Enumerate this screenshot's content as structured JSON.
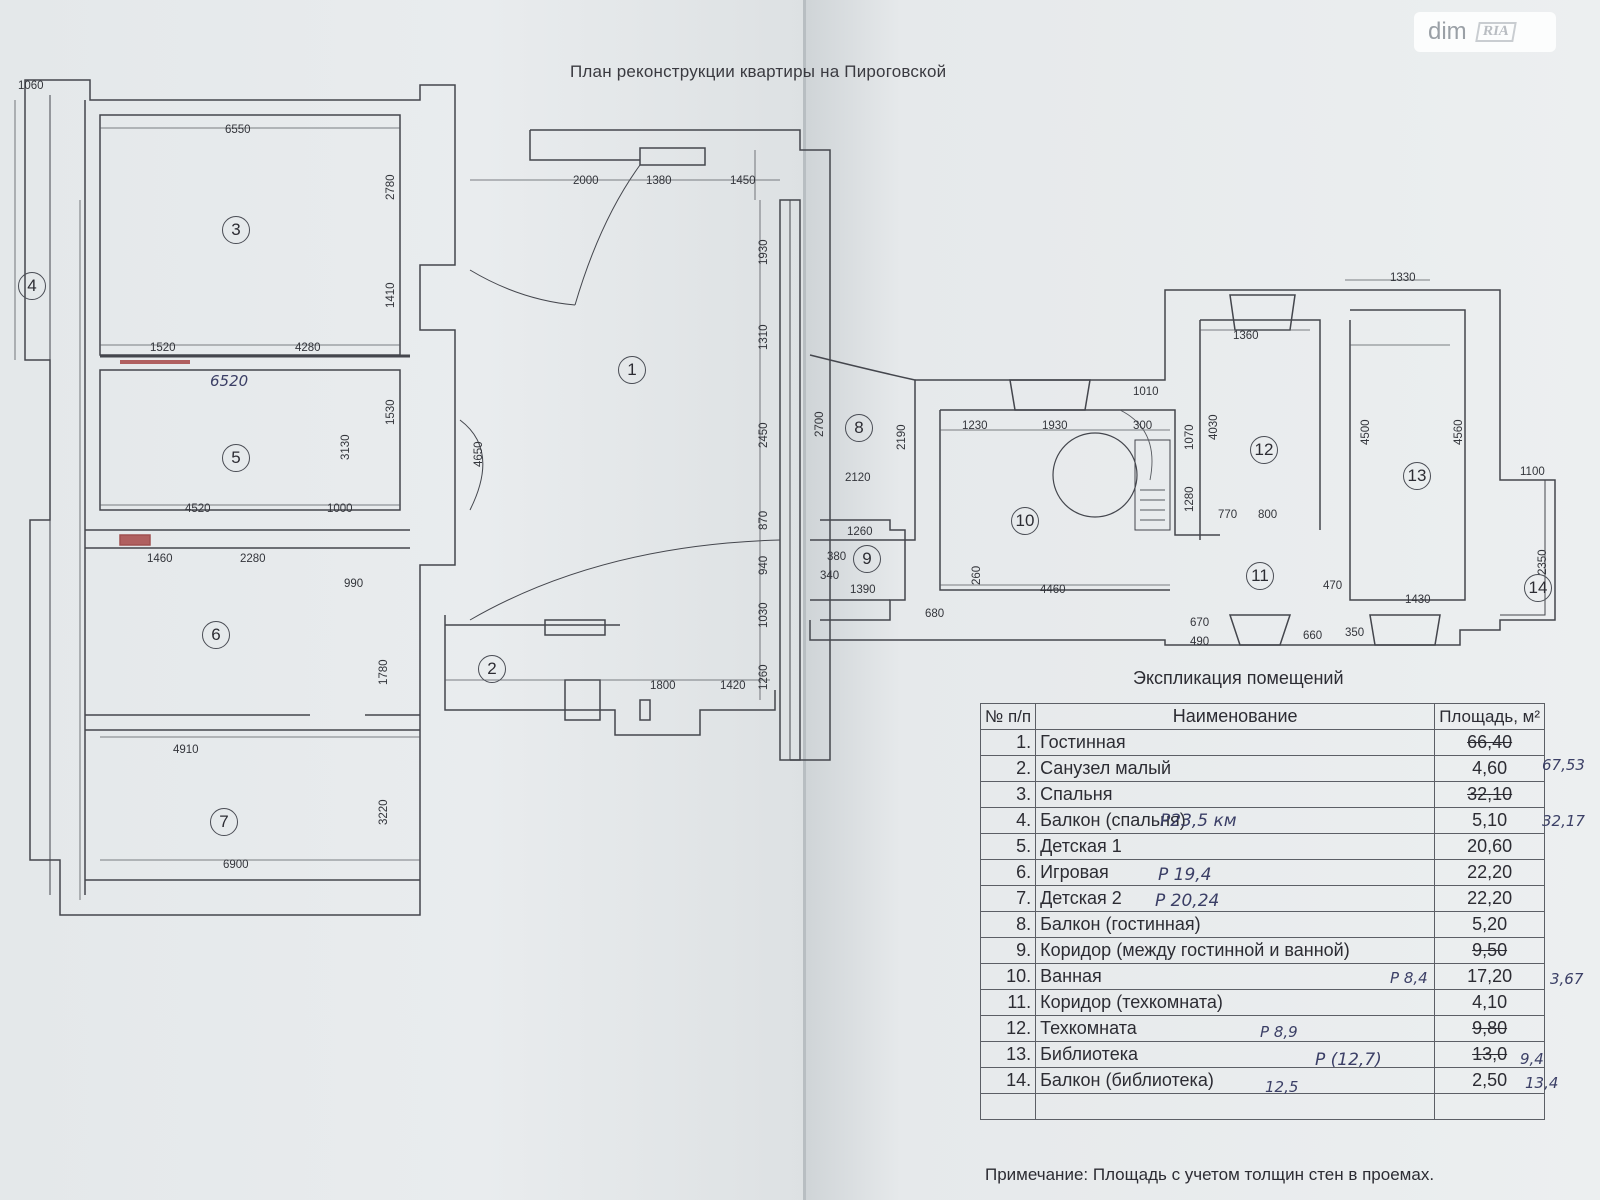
{
  "title": "План реконструкции квартиры на Пироговской",
  "watermark": {
    "text": "dim",
    "logo": "RIA"
  },
  "explication": {
    "title": "Экспликация помещений",
    "headers": {
      "num": "№ п/п",
      "name": "Наименование",
      "area": "Площадь, м²"
    },
    "rows": [
      {
        "num": "1.",
        "name": "Гостинная",
        "area": "66,40",
        "struck": true
      },
      {
        "num": "2.",
        "name": "Санузел малый",
        "area": "4,60",
        "struck": false
      },
      {
        "num": "3.",
        "name": "Спальня",
        "area": "32,10",
        "struck": true
      },
      {
        "num": "4.",
        "name": "Балкон (спальня)",
        "area": "5,10",
        "struck": false
      },
      {
        "num": "5.",
        "name": "Детская 1",
        "area": "20,60",
        "struck": false
      },
      {
        "num": "6.",
        "name": "Игровая",
        "area": "22,20",
        "struck": false
      },
      {
        "num": "7.",
        "name": "Детская 2",
        "area": "22,20",
        "struck": false
      },
      {
        "num": "8.",
        "name": "Балкон (гостинная)",
        "area": "5,20",
        "struck": false
      },
      {
        "num": "9.",
        "name": "Коридор (между гостинной и ванной)",
        "area": "9,50",
        "struck": true
      },
      {
        "num": "10.",
        "name": "Ванная",
        "area": "17,20",
        "struck": false
      },
      {
        "num": "11.",
        "name": "Коридор (техкомната)",
        "area": "4,10",
        "struck": false
      },
      {
        "num": "12.",
        "name": "Техкомната",
        "area": "9,80",
        "struck": true
      },
      {
        "num": "13.",
        "name": "Библиотека",
        "area": "13,0",
        "struck": true
      },
      {
        "num": "14.",
        "name": "Балкон (библиотека)",
        "area": "2,50",
        "struck": false
      }
    ],
    "note": "Примечание: Площадь с учетом толщин стен в проемах."
  },
  "handwritten": {
    "r1_area": "67,53",
    "r3_note": "P23,5 км",
    "r3_area": "32,17",
    "r5_note": "P 19,4",
    "r6_note": "P 20,24",
    "r9_note": "P 8,4",
    "r9_area": "3,67",
    "r11_note": "P 8,9",
    "r12_note": "P (12,7)",
    "r12_area": "9,4",
    "r13_note": "12,5",
    "r13_area": "13,4",
    "plan_note": "6520"
  },
  "rooms": [
    "1",
    "2",
    "3",
    "4",
    "5",
    "6",
    "7",
    "8",
    "9",
    "10",
    "11",
    "12",
    "13",
    "14"
  ],
  "dimensions": [
    "1060",
    "6550",
    "2780",
    "1410",
    "4280",
    "1520",
    "1530",
    "3130",
    "4520",
    "1000",
    "1460",
    "2280",
    "990",
    "1780",
    "4910",
    "3220",
    "6900",
    "2000",
    "1380",
    "1450",
    "1930",
    "1310",
    "2450",
    "870",
    "940",
    "1030",
    "1260",
    "1800",
    "1420",
    "4650",
    "2120",
    "2190",
    "2700",
    "1230",
    "1930",
    "1010",
    "300",
    "4460",
    "1070",
    "1280",
    "4030",
    "1360",
    "4500",
    "1330",
    "4560",
    "1100",
    "2350",
    "770",
    "800",
    "1390",
    "260",
    "680",
    "670",
    "490",
    "1430",
    "660",
    "350",
    "470",
    "1260",
    "380",
    "340"
  ]
}
